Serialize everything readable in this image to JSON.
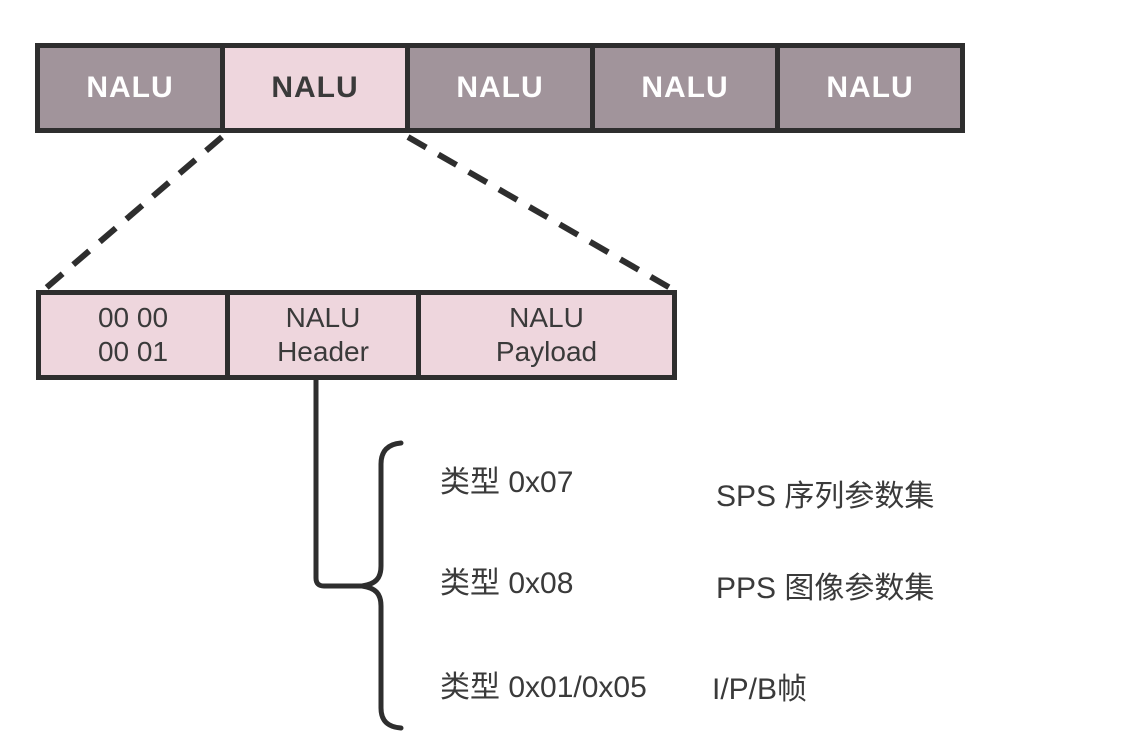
{
  "colors": {
    "mauve": "#a1949b",
    "pink": "#eed6dd",
    "border": "#2e2e2e",
    "text_dark": "#3a3a3a",
    "text_light": "#ffffff",
    "background": "#ffffff"
  },
  "nalu_stream": {
    "blocks": [
      {
        "label": "NALU",
        "highlighted": false
      },
      {
        "label": "NALU",
        "highlighted": true
      },
      {
        "label": "NALU",
        "highlighted": false
      },
      {
        "label": "NALU",
        "highlighted": false
      },
      {
        "label": "NALU",
        "highlighted": false
      }
    ]
  },
  "nalu_detail": {
    "cells": [
      {
        "line1": "00 00",
        "line2": "00 01"
      },
      {
        "line1": "NALU",
        "line2": "Header"
      },
      {
        "line1": "NALU",
        "line2": "Payload"
      }
    ]
  },
  "nalu_types": [
    {
      "type": "类型 0x07",
      "meaning": "SPS 序列参数集"
    },
    {
      "type": "类型 0x08",
      "meaning": "PPS 图像参数集"
    },
    {
      "type": "类型 0x01/0x05",
      "meaning": "I/P/B帧"
    }
  ]
}
